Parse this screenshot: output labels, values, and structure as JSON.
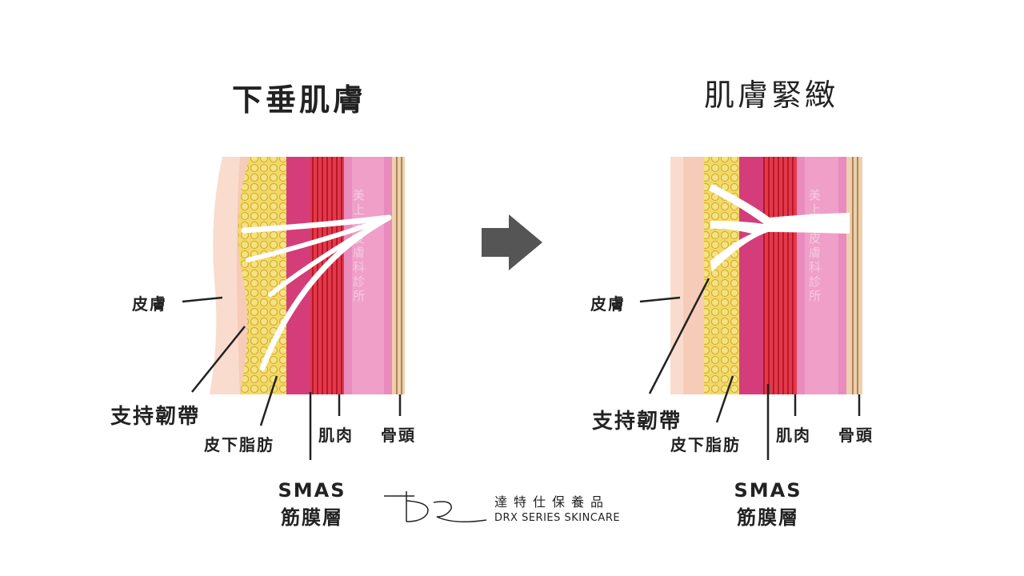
{
  "titles": {
    "left": "下垂肌膚",
    "right": "肌膚緊緻"
  },
  "labels": {
    "skin": "皮膚",
    "ligament": "支持韌帶",
    "subcutaneous_fat": "皮下脂肪",
    "muscle": "肌肉",
    "bone": "骨頭",
    "smas_line1": "SMAS",
    "smas_line2": "筋膜層"
  },
  "watermark": "美上美皮膚科診所",
  "logo": {
    "zh": "達特仕保養品",
    "en": "DRX SERIES SKINCARE"
  },
  "arrow_icon": "right-arrow-icon",
  "colors": {
    "skin": "#f6c9b5",
    "fat": "#f0d25a",
    "smas": "#d9457a",
    "muscle": "#d62638",
    "dermis": "#e985b8",
    "bone": "#e7c7a2",
    "arrow": "#555555"
  }
}
